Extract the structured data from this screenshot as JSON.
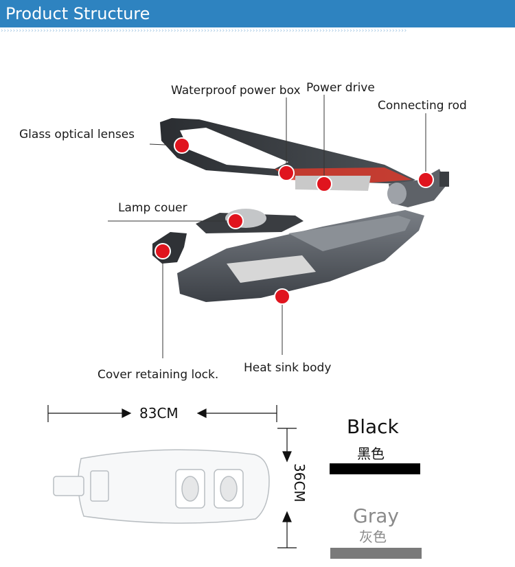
{
  "header": {
    "title": "Product Structure",
    "rule": "››››››››››››››››››››››››››››››››››››››››››››››››››››››››››››››››››››››››››››››››››››››››››››››››››››››››››››››››››››››››››››››››››››››"
  },
  "labels": {
    "waterproof_power_box": "Waterproof power box",
    "power_drive": "Power drive",
    "connecting_rod": "Connecting rod",
    "glass_optical_lenses": "Glass optical lenses",
    "lamp_couer": "Lamp couer",
    "cover_retaining_lock": "Cover retaining lock.",
    "heat_sink_body": "Heat sink body"
  },
  "dimensions": {
    "length": "83CM",
    "width": "36CM"
  },
  "colors": [
    {
      "name": "Black",
      "name_cn": "黑色",
      "swatch": "#000000",
      "text_color": "#111111"
    },
    {
      "name": "Gray",
      "name_cn": "灰色",
      "swatch": "#7a7a7a",
      "text_color": "#8a8a8a"
    }
  ],
  "accent": {
    "header_bg": "#2e83c0",
    "marker": "#e0141e"
  }
}
